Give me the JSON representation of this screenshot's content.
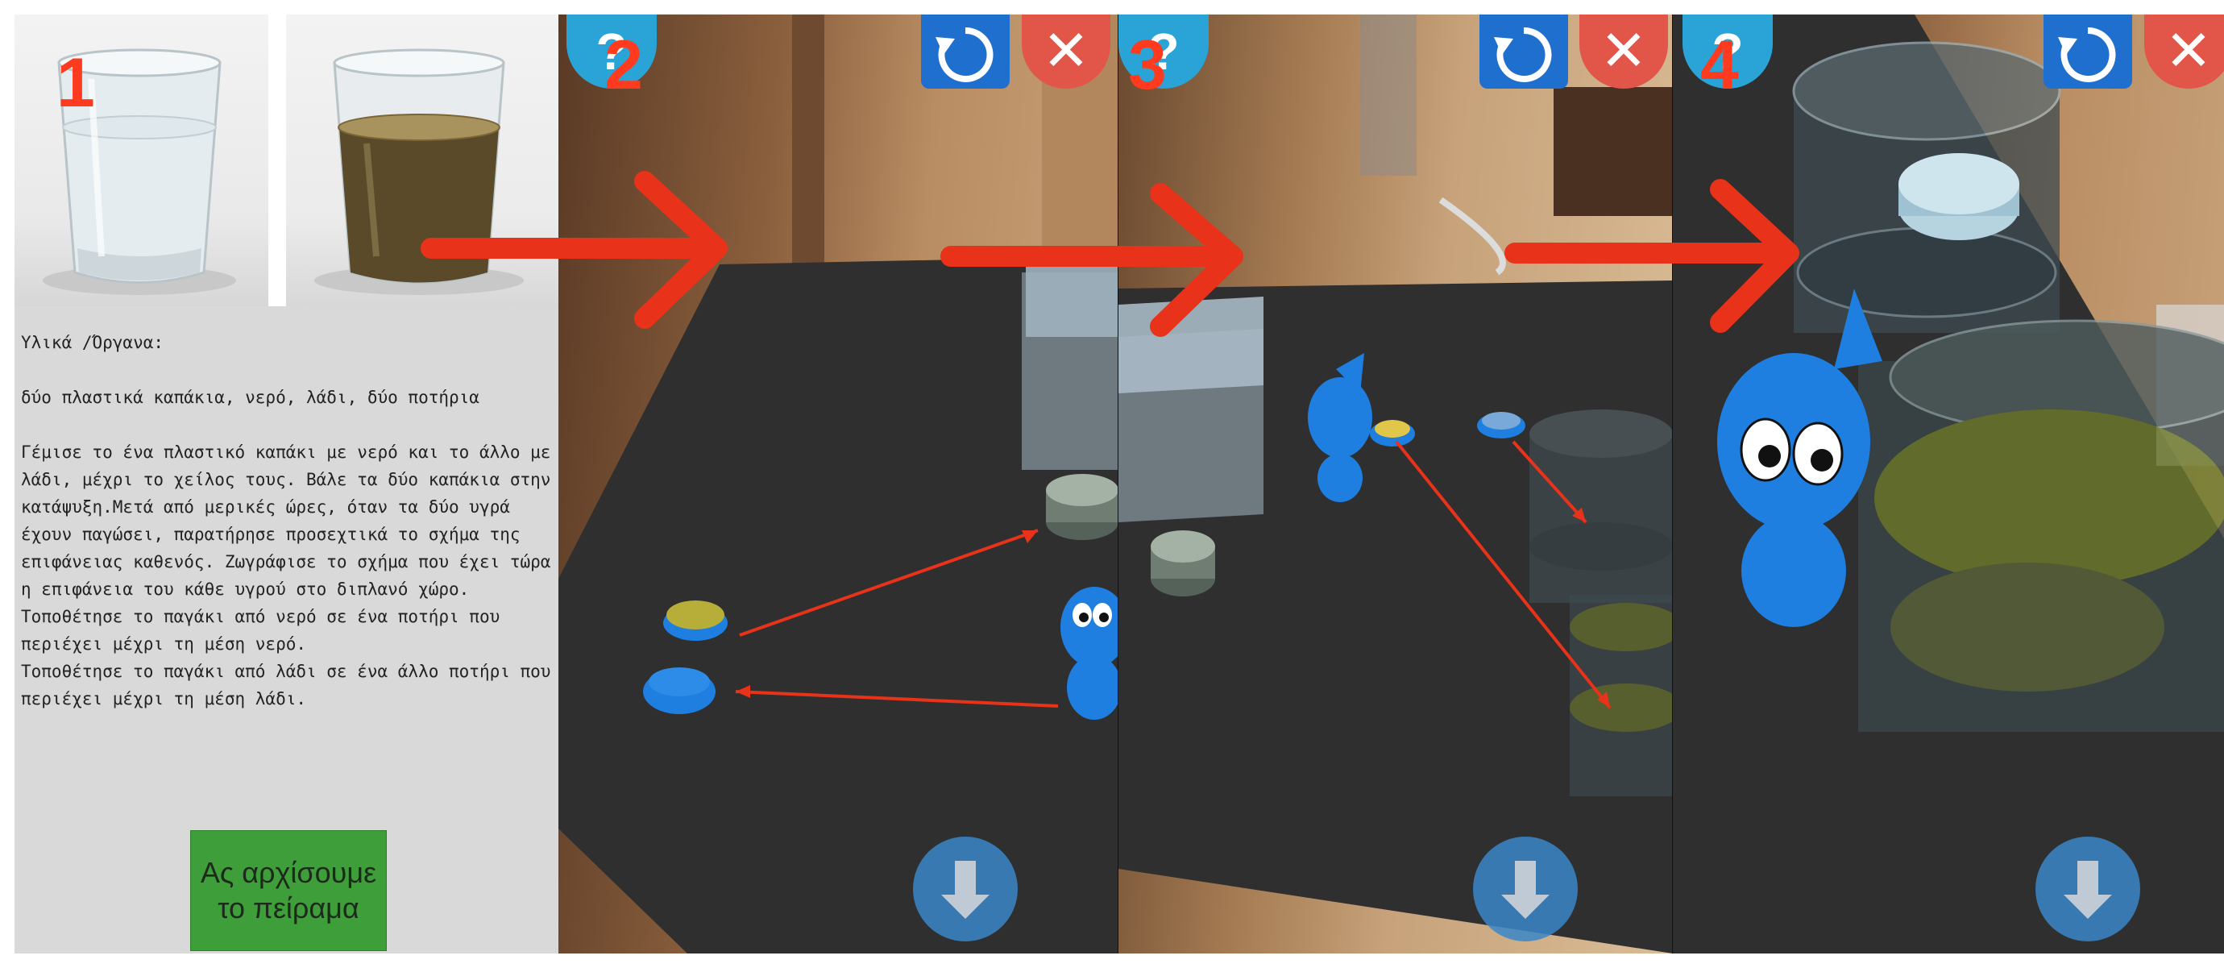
{
  "step_labels": [
    "1",
    "2",
    "3",
    "4"
  ],
  "instructions": {
    "materials_heading": "Υλικά /Όργανα:",
    "materials": "δύο πλαστικά καπάκια, νερό, λάδι, δύο ποτήρια",
    "procedure_1": "Γέμισε το ένα πλαστικό καπάκι με νερό και το άλλο με λάδι, μέχρι το χείλος τους. Βάλε τα δύο καπάκια στην κατάψυξη.Μετά από μερικές ώρες, όταν τα δύο υγρά έχουν παγώσει, παρατήρησε προσεχτικά το σχήμα της επιφάνειας καθενός. Ζωγράφισε το σχήμα που έχει τώρα η επιφάνεια του κάθε υγρού στο διπλανό χώρο.",
    "procedure_2": "Τοποθέτησε το παγάκι από νερό σε ένα ποτήρι που περιέχει μέχρι τη μέση νερό.",
    "procedure_3": "Τοποθέτησε το παγάκι από λάδι σε ένα άλλο ποτήρι που περιέχει μέχρι τη μέση λάδι."
  },
  "start_button": "Ας αρχίσουμε το πείραμα",
  "controls": {
    "help": "?",
    "close": "✕",
    "help_icon": "question-icon",
    "reset_icon": "reset-icon",
    "close_icon": "close-icon",
    "down_icon": "arrow-down-icon"
  },
  "colors": {
    "arrow_red": "#e8321a",
    "help_blue": "#2aa4d6",
    "reset_blue": "#1f6fcf",
    "close_red": "#e2564a",
    "start_green": "#3e9e3a",
    "mascot_blue": "#1f7fe0",
    "table_dark": "#2f2f2f"
  }
}
